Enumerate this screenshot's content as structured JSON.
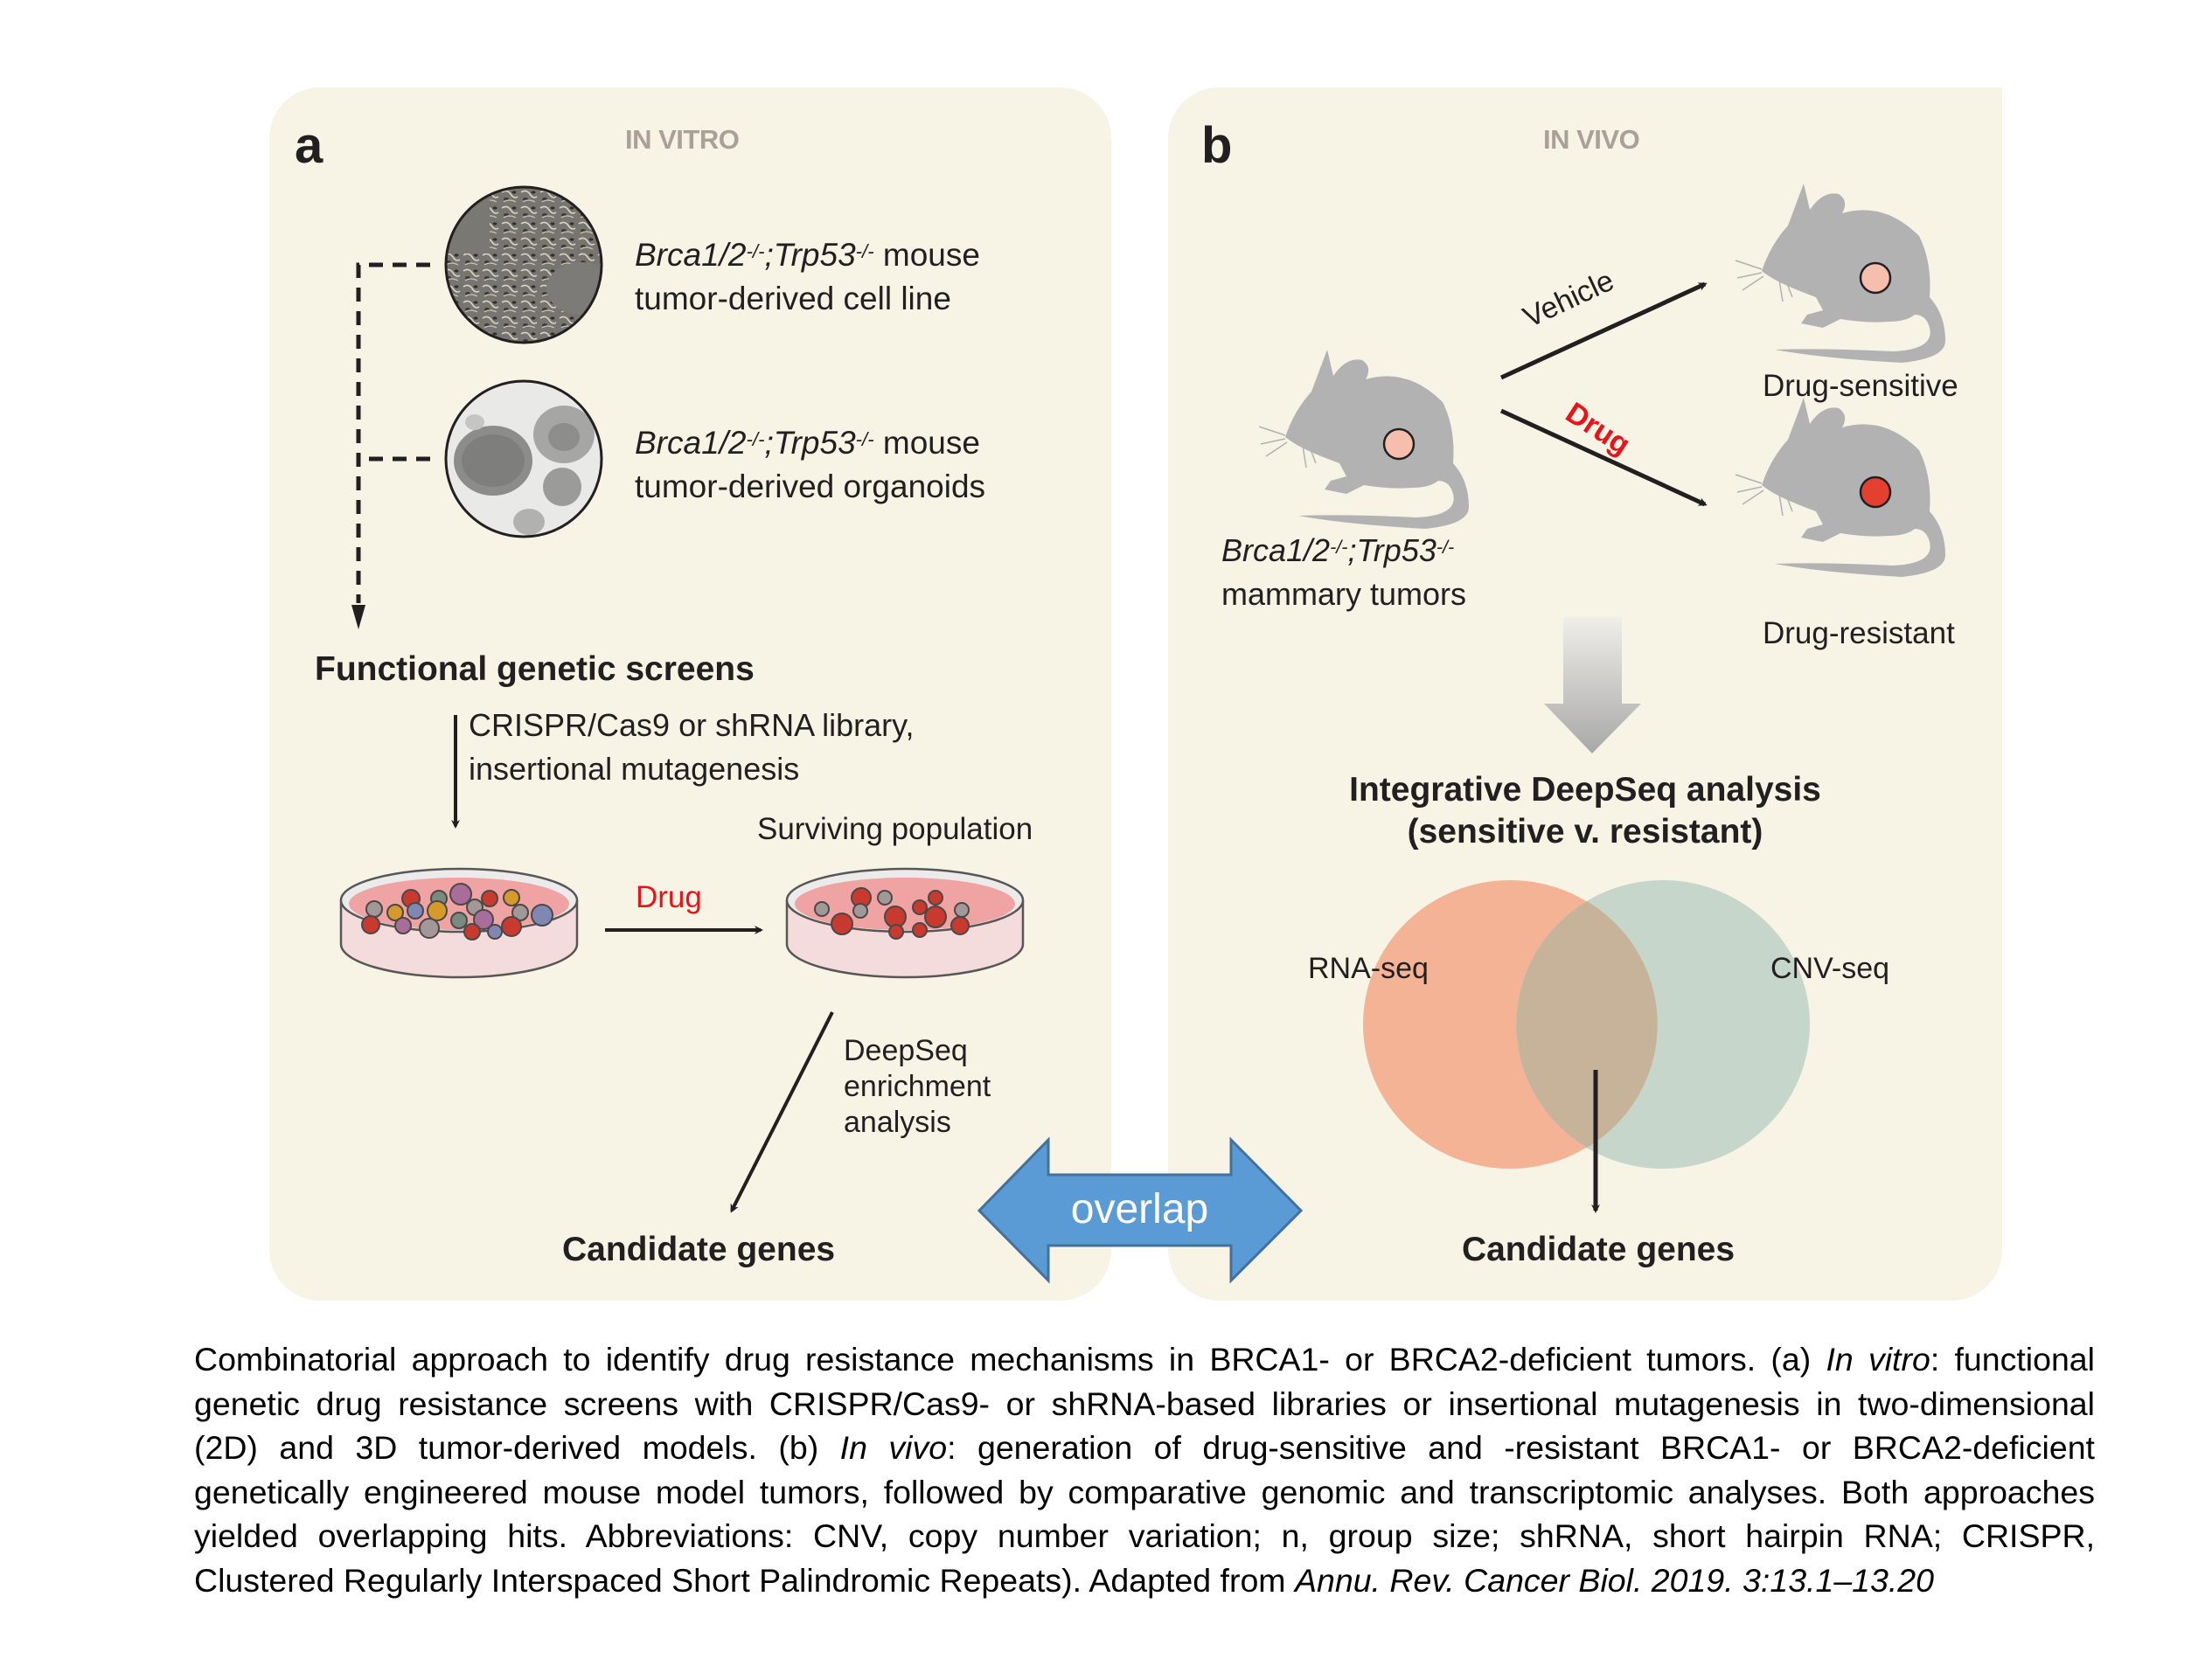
{
  "panel_a": {
    "letter": "a",
    "section_title": "IN VITRO",
    "source_1": {
      "gene1": "Brca1/2",
      "sup1": "-/-",
      "sep": ";",
      "gene2": "Trp53",
      "sup2": "-/-",
      "rest": " mouse",
      "line2": "tumor-derived cell line"
    },
    "source_2": {
      "gene1": "Brca1/2",
      "sup1": "-/-",
      "sep": ";",
      "gene2": "Trp53",
      "sup2": "-/-",
      "rest": " mouse",
      "line2": "tumor-derived organoids"
    },
    "screens_title": "Functional genetic screens",
    "library_line1": "CRISPR/Cas9 or shRNA library,",
    "library_line2": "insertional mutagenesis",
    "drug_label": "Drug",
    "surviving_label": "Surviving population",
    "deepseq_lines": [
      "DeepSeq",
      "enrichment",
      "analysis"
    ],
    "result": "Candidate genes"
  },
  "panel_b": {
    "letter": "b",
    "section_title": "IN VIVO",
    "vehicle_label": "Vehicle",
    "drug_label": "Drug",
    "sensitive_label": "Drug-sensitive",
    "resistant_label": "Drug-resistant",
    "tumor_gene1": "Brca1/2",
    "tumor_sup1": "-/-",
    "tumor_sep": ";",
    "tumor_gene2": "Trp53",
    "tumor_sup2": "-/-",
    "tumor_line2": "mammary tumors",
    "analysis_line1": "Integrative DeepSeq analysis",
    "analysis_line2": "(sensitive v. resistant)",
    "venn_left": "RNA-seq",
    "venn_right": "CNV-seq",
    "result": "Candidate genes"
  },
  "overlap_label": "overlap",
  "colors": {
    "panel_bg": "#f7f3e5",
    "title_gray": "#a9a09a",
    "drug_red": "#e8141b",
    "venn_rna": "#f4b395",
    "venn_cnv": "#c6d6cb",
    "venn_overlap": "#c7b39a",
    "overlap_arrow": "#5b9bd5",
    "mouse_gray": "#b2b2b2",
    "tumor_pink": "#f6bfad",
    "tumor_red": "#e4402f"
  },
  "caption": {
    "lines": [
      [
        {
          "t": "Combinatorial approach to identify drug resistance mechanisms in BRCA1- or BRCA2-deficient tumors. (a) "
        },
        {
          "t": "In vitro",
          "i": true
        },
        {
          "t": ": functional"
        }
      ],
      [
        {
          "t": "genetic drug resistance screens with CRISPR/Cas9- or shRNA-based libraries or insertional mutagenesis in two-dimensional"
        }
      ],
      [
        {
          "t": "(2D) and 3D tumor-derived models. (b) "
        },
        {
          "t": "In vivo",
          "i": true
        },
        {
          "t": ": generation of drug-sensitive and -resistant BRCA1- or BRCA2-deficient"
        }
      ],
      [
        {
          "t": "genetically engineered mouse model tumors, followed by comparative genomic and transcriptomic analyses. Both approaches"
        }
      ],
      [
        {
          "t": "yielded overlapping hits. Abbreviations: CNV, copy number variation; n, group size; shRNA, short hairpin RNA; CRISPR,"
        }
      ],
      [
        {
          "t": "Clustered Regularly Interspaced Short Palindromic Repeats). Adapted from "
        },
        {
          "t": "Annu. Rev. Cancer Biol. 2019. 3:13.1–13.20",
          "i": true
        }
      ]
    ]
  }
}
